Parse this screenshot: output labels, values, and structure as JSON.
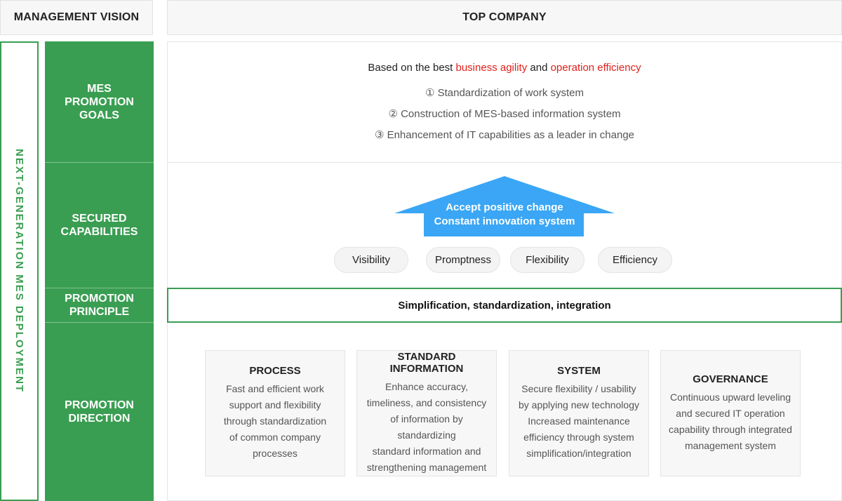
{
  "headers": {
    "left": "MANAGEMENT VISION",
    "right": "TOP COMPANY"
  },
  "side_label": "NEXT-GENERATION MES DEPLOYMENT",
  "rows": {
    "goals": "MES\nPROMOTION\nGOALS",
    "capabilities": "SECURED\nCAPABILITIES",
    "principle": "PROMOTION\nPRINCIPLE",
    "direction": "PROMOTION\nDIRECTION"
  },
  "goals": {
    "intro_prefix": "Based on the best ",
    "highlight_1": "business agility",
    "intro_middle": " and ",
    "highlight_2": "operation efficiency",
    "items": [
      "① Standardization of work system",
      "② Construction of MES-based information system",
      "③ Enhancement of IT capabilities as a leader in change"
    ]
  },
  "arrow": {
    "line1": "Accept positive change",
    "line2": "Constant innovation system"
  },
  "capabilities": [
    "Visibility",
    "Promptness",
    "Flexibility",
    "Efficiency"
  ],
  "principle": "Simplification, standardization, integration",
  "directions": [
    {
      "title": "PROCESS",
      "body": "Fast and efficient work\nsupport and flexibility\nthrough standardization\nof common company\nprocesses"
    },
    {
      "title": "STANDARD INFORMATION",
      "body": "Enhance accuracy,\ntimeliness, and consistency\nof information by standardizing\nstandard information and\nstrengthening management"
    },
    {
      "title": "SYSTEM",
      "body": "Secure flexibility / usability\nby applying new technology\nIncreased maintenance\nefficiency through system\nsimplification/integration"
    },
    {
      "title": "GOVERNANCE",
      "body": "Continuous upward leveling\nand secured IT operation\ncapability through integrated\nmanagement system"
    }
  ],
  "colors": {
    "green": "#3a9e52",
    "blue": "#3aa6f5",
    "red": "#e0201c"
  }
}
